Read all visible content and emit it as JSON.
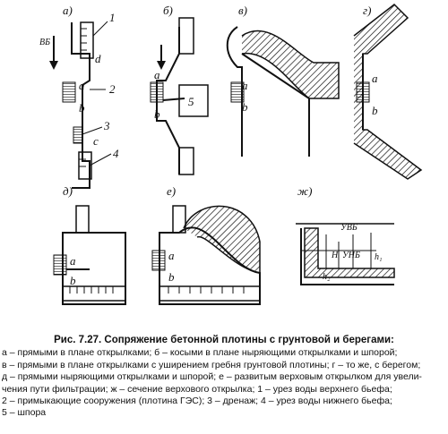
{
  "figure": {
    "panel_labels": [
      "а)",
      "б)",
      "в)",
      "г)",
      "д)",
      "е)",
      "ж)"
    ],
    "labels": {
      "a": "a",
      "b": "b",
      "c": "c",
      "d": "d",
      "n1": "1",
      "n2": "2",
      "n3": "3",
      "n4": "4",
      "n5": "5",
      "vb": "ВБ",
      "uvb": "УВБ",
      "unb": "УНБ",
      "h": "H",
      "h1": "h₁",
      "h2": "h₂"
    }
  },
  "caption": {
    "title": "Рис. 7.27. Сопряжение бетонной плотины с грунтовой и берегами:",
    "lines": [
      "а – прямыми в плане открылками; б – косыми в плане ныряющими открылками и шпорой;",
      "в – прямыми в плане открылками с уширением гребня грунтовой плотины; г – то же, с берегом;",
      "д – прямыми ныряющими открылками и шпорой; е – развитым верховым открылком для увели-",
      "чения пути фильтрации; ж – сечение верхового открылка; 1 – урез воды верхнего бьефа;",
      "2 – примыкающие сооружения (плотина ГЭС); 3 – дренаж; 4 – урез воды нижнего бьефа;",
      "5 – шпора"
    ]
  }
}
